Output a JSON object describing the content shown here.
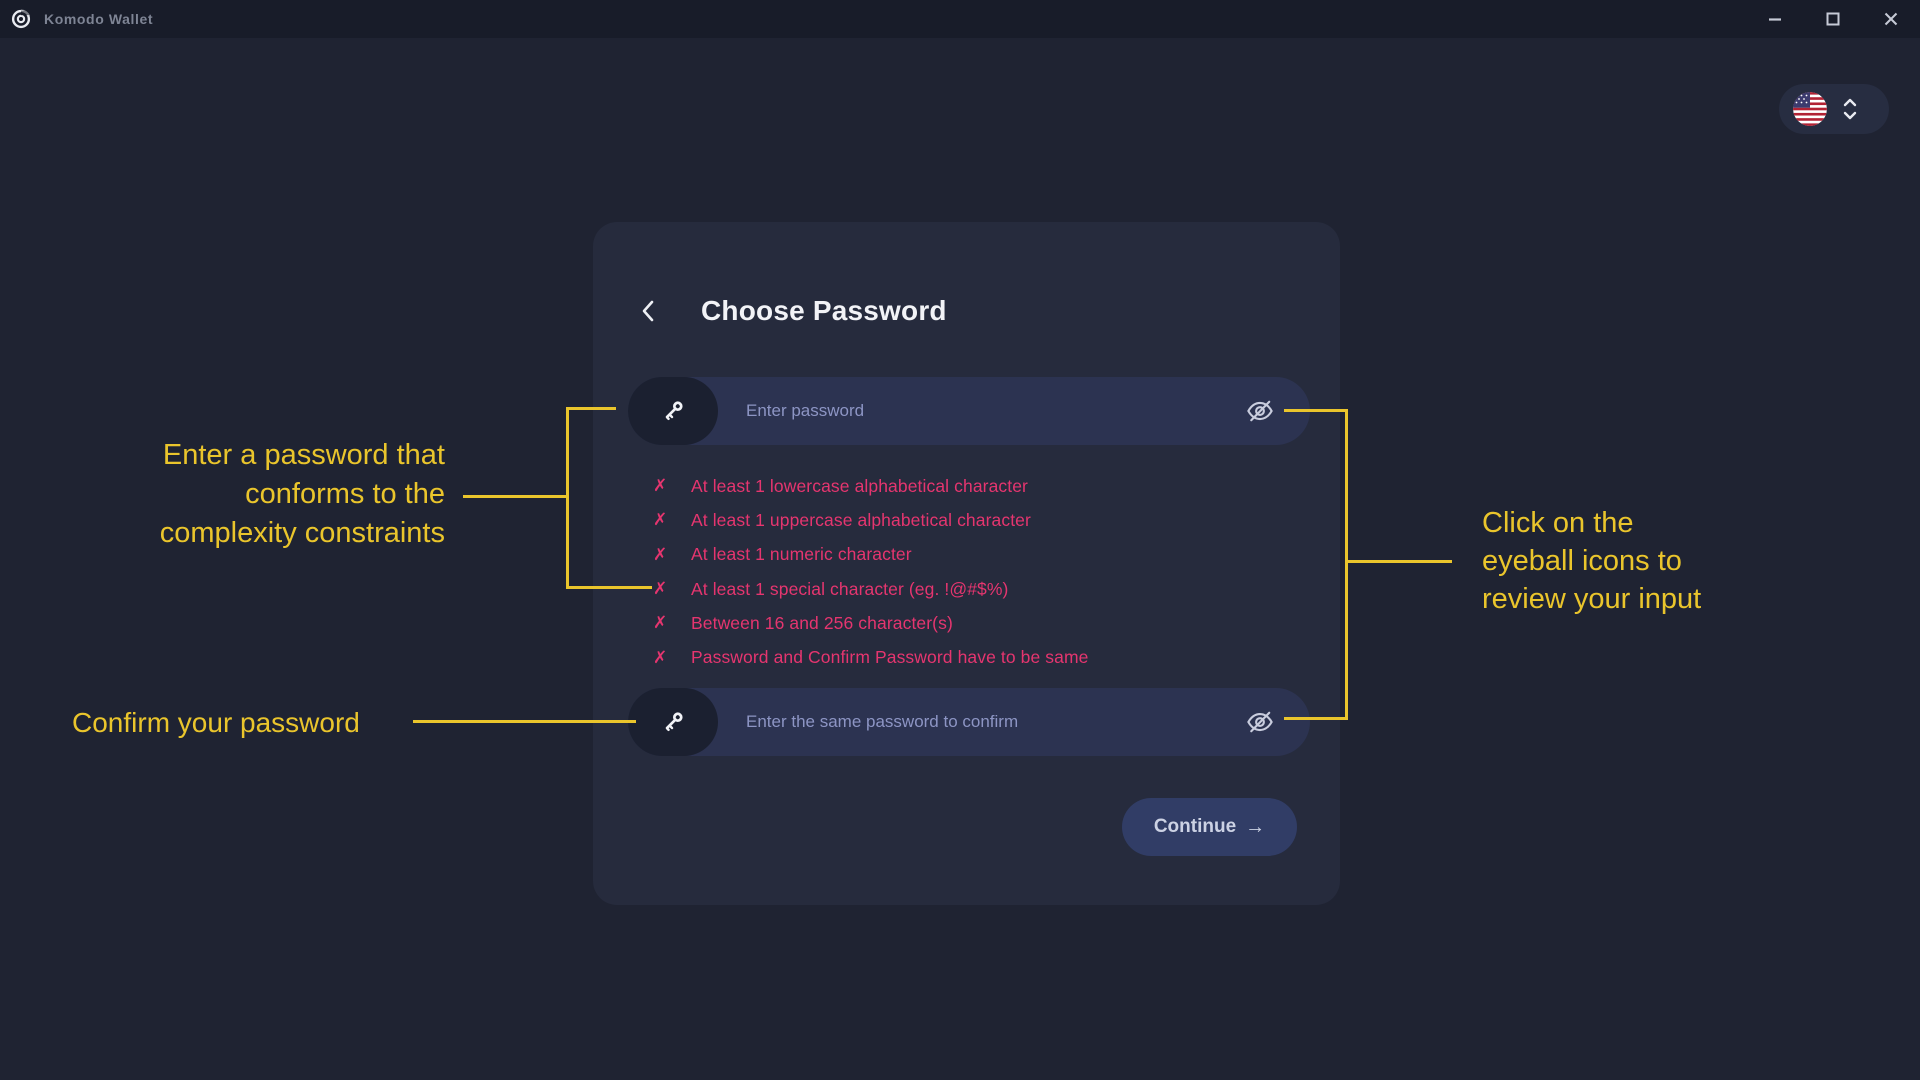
{
  "window": {
    "title": "Komodo Wallet"
  },
  "language_selector": {
    "flag": "us-flag",
    "selected_language": "English (US)"
  },
  "dialog": {
    "title": "Choose Password",
    "password_placeholder": "Enter password",
    "password_value": "",
    "confirm_placeholder": "Enter the same password to confirm",
    "confirm_value": "",
    "fail_icon": "✗",
    "requirements": [
      "At least 1 lowercase alphabetical character",
      "At least 1 uppercase alphabetical character",
      "At least 1 numeric character",
      "At least 1 special character (eg. !@#$%)",
      "Between 16 and 256 character(s)",
      "Password and Confirm Password have to be same"
    ],
    "continue_label": "Continue",
    "continue_arrow": "→"
  },
  "annotations": {
    "password_hint": {
      "line1": "Enter a password that",
      "line2": "conforms to the",
      "line3": "complexity constraints"
    },
    "confirm_hint": "Confirm your password",
    "eye_hint": {
      "line1": "Click on the",
      "line2": "eyeball icons to",
      "line3": "review your input"
    }
  },
  "colors": {
    "background": "#1f2332",
    "titlebar": "#181c29",
    "card": "#262b3d",
    "field": "#2c3351",
    "accent_yellow": "#eac52c",
    "error_pink": "#e5356f",
    "button_blue": "#313d66"
  }
}
